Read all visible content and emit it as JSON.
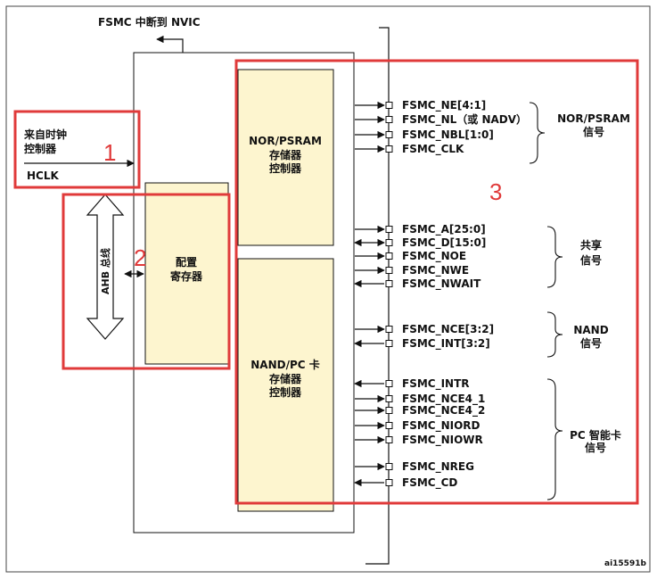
{
  "top_label": "FSMC 中断到 NVIC",
  "clock": {
    "line1": "来自时钟",
    "line2": "控制器",
    "hclk": "HCLK"
  },
  "ahb": "AHB 总线",
  "config_reg": {
    "line1": "配置",
    "line2": "寄存器"
  },
  "nor_ctrl": {
    "line1": "NOR/PSRAM",
    "line2": "存储器",
    "line3": "控制器"
  },
  "nand_ctrl": {
    "line1": "NAND/PC 卡",
    "line2": "存储器",
    "line3": "控制器"
  },
  "region_numbers": [
    "1",
    "2",
    "3"
  ],
  "signals": [
    {
      "label": "FSMC_NE[4:1]",
      "dir": "out"
    },
    {
      "label": "FSMC_NL（或 NADV）",
      "dir": "out"
    },
    {
      "label": "FSMC_NBL[1:0]",
      "dir": "out"
    },
    {
      "label": "FSMC_CLK",
      "dir": "out"
    },
    {
      "label": "FSMC_A[25:0]",
      "dir": "out"
    },
    {
      "label": "FSMC_D[15:0]",
      "dir": "bi"
    },
    {
      "label": "FSMC_NOE",
      "dir": "out"
    },
    {
      "label": "FSMC_NWE",
      "dir": "out"
    },
    {
      "label": "FSMC_NWAIT",
      "dir": "in"
    },
    {
      "label": "FSMC_NCE[3:2]",
      "dir": "out"
    },
    {
      "label": "FSMC_INT[3:2]",
      "dir": "in"
    },
    {
      "label": "FSMC_INTR",
      "dir": "in"
    },
    {
      "label": "FSMC_NCE4_1",
      "dir": "out"
    },
    {
      "label": "FSMC_NCE4_2",
      "dir": "out"
    },
    {
      "label": "FSMC_NIORD",
      "dir": "out"
    },
    {
      "label": "FSMC_NIOWR",
      "dir": "out"
    },
    {
      "label": "FSMC_NREG",
      "dir": "out"
    },
    {
      "label": "FSMC_CD",
      "dir": "in"
    }
  ],
  "groups": [
    {
      "line1": "NOR/PSRAM",
      "line2": "信号"
    },
    {
      "line1": "共享",
      "line2": "信号"
    },
    {
      "line1": "NAND",
      "line2": "信号"
    },
    {
      "line1": "PC 智能卡",
      "line2": "信号"
    }
  ],
  "figure_id": "ai15591b",
  "colors": {
    "block_fill": "#fdf5cf",
    "highlight": "#e03a3a",
    "line": "#111111"
  }
}
